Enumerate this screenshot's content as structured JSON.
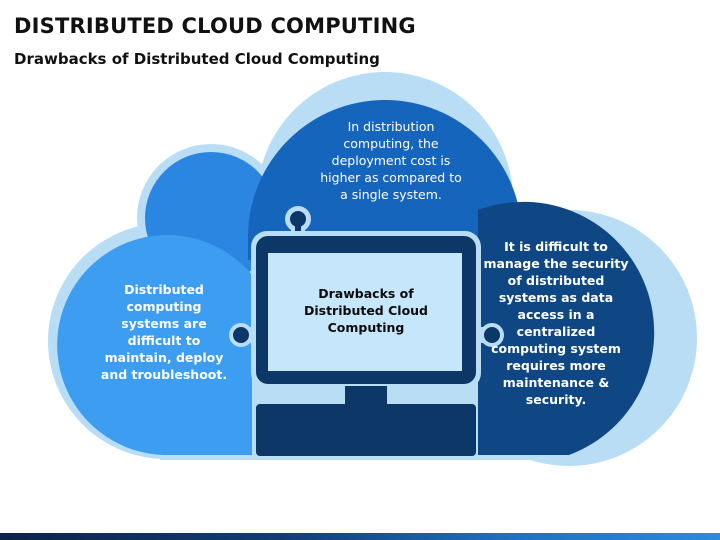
{
  "header": {
    "title": "DISTRIBUTED CLOUD COMPUTING",
    "subtitle": "Drawbacks of Distributed Cloud Computing"
  },
  "diagram": {
    "center_label": "Drawbacks of Distributed Cloud Computing",
    "top_text": "In distribution computing, the deployment cost is higher as compared to a single system.",
    "left_text": "Distributed computing systems are difficult to maintain, deploy and troubleshoot.",
    "right_text": "It is difficult to manage the security of distributed systems as data access in a centralized computing system requires more maintenance & security."
  },
  "colors": {
    "cloud_outline": "#b8ddf5",
    "left_lobe": "#3d9df0",
    "small_lobe": "#2b86e2",
    "top_lobe": "#1565bd",
    "right_lobe": "#0f4785",
    "monitor": "#0d3766",
    "screen": "#c6e6fb",
    "footer": "#143d75"
  }
}
